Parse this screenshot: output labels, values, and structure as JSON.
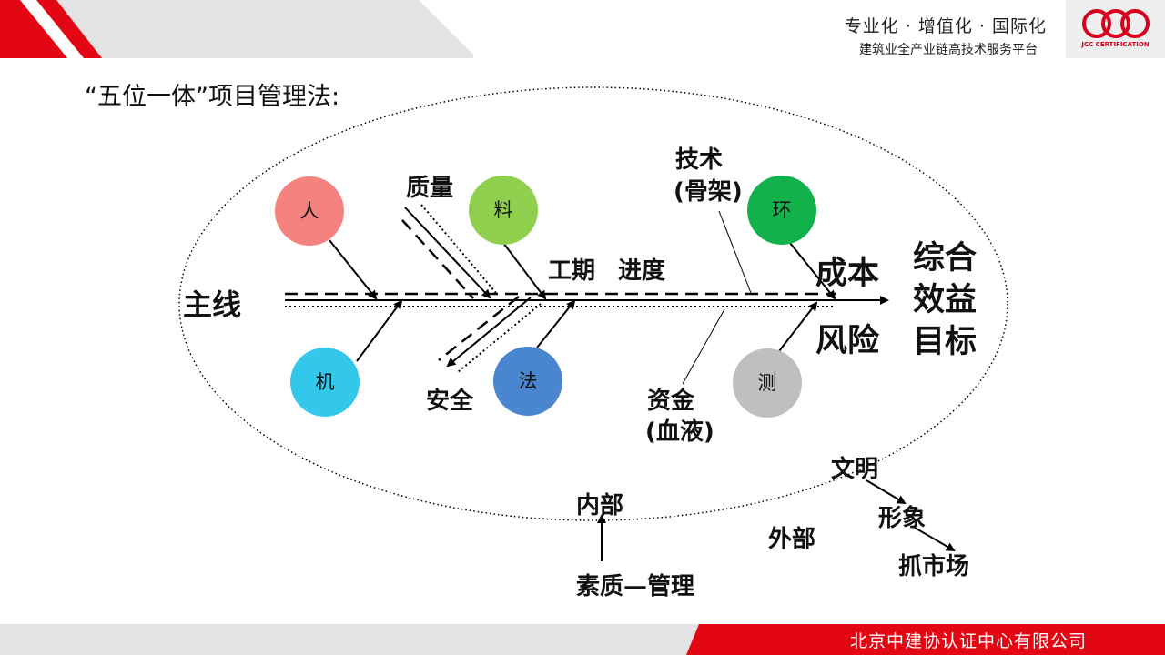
{
  "header": {
    "slogan": "专业化 · 增值化 · 国际化",
    "subslogan": "建筑业全产业链高技术服务平台",
    "logo_text": "JCC CERTIFICATION"
  },
  "title": "“五位一体”项目管理法:",
  "diagram": {
    "main_line": "主线",
    "circles": {
      "ren": "人",
      "liao": "料",
      "huan": "环",
      "ji": "机",
      "fa": "法",
      "ce": "测"
    },
    "quality": "质量",
    "safety": "安全",
    "schedule": "工期",
    "progress": "进度",
    "tech_line1": "技术",
    "tech_line2": "(骨架)",
    "fund_line1": "资金",
    "fund_line2": "(血液)",
    "cost": "成本",
    "risk": "风险",
    "goal_line1": "综合",
    "goal_line2": "效益",
    "goal_line3": "目标",
    "internal": "内部",
    "quality_mgmt": "素质—管理",
    "external": "外部",
    "civilized": "文明",
    "image": "形象",
    "market": "抓市场"
  },
  "footer": {
    "company": "北京中建协认证中心有限公司"
  },
  "colors": {
    "brand_red": "#e30613",
    "circle_ren": "#f4827f",
    "circle_liao": "#8fd14f",
    "circle_huan": "#13b14b",
    "circle_ji": "#33c7ea",
    "circle_fa": "#4a86cf",
    "circle_ce": "#bfbfbf"
  }
}
